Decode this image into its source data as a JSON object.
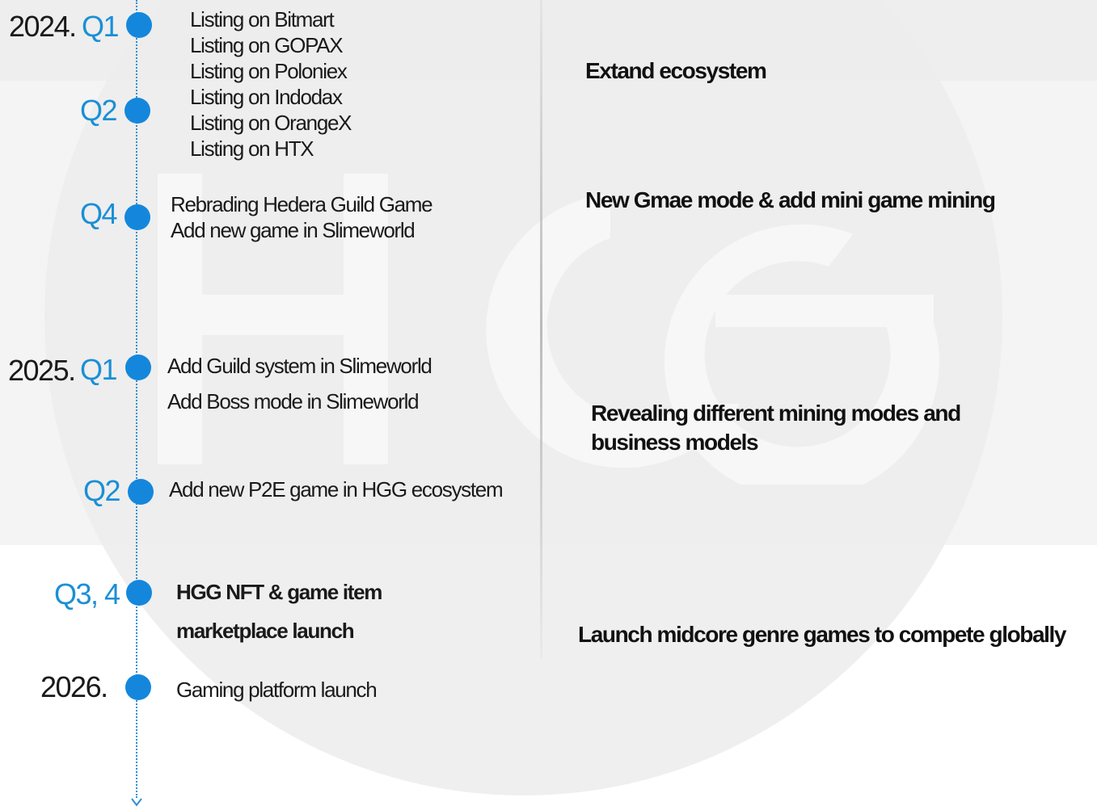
{
  "timeline": {
    "years": [
      "2024.",
      "2025.",
      "2026."
    ],
    "quarters": [
      "Q1",
      "Q2",
      "Q4",
      "Q1",
      "Q2",
      "Q3, 4"
    ],
    "items_2024_q1": [
      "Listing on Bitmart",
      "Listing on GOPAX",
      "Listing on Poloniex"
    ],
    "items_2024_q2": [
      "Listing on Indodax",
      "Listing on OrangeX",
      "Listing on HTX"
    ],
    "items_2024_q4": [
      "Rebrading Hedera Guild Game",
      "Add new game in Slimeworld"
    ],
    "items_2025_q1": [
      "Add Guild system in Slimeworld",
      "Add  Boss mode  in Slimeworld"
    ],
    "items_2025_q2": [
      "Add new P2E game in HGG ecosystem"
    ],
    "items_2025_q34": [
      "HGG NFT & game item",
      "marketplace  launch"
    ],
    "items_2026": [
      "Gaming platform launch"
    ]
  },
  "goals": [
    "Extand ecosystem",
    "New Gmae mode & add mini game mining",
    "Revealing different mining modes and",
    "business models",
    "Launch midcore genre games to compete globally"
  ],
  "colors": {
    "accent": "#1487dc",
    "quarter_text": "#1b8fd6",
    "band": "#f4f4f4",
    "circle": "#ececec"
  },
  "icons": {
    "timeline_marker": "filled-circle",
    "timeline_end": "arrow-down-icon"
  }
}
